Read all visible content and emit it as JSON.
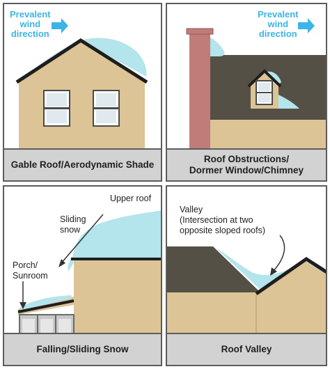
{
  "panels": [
    {
      "caption": "Gable Roof/Aerodynamic Shade",
      "wind_label_1": "Prevalent",
      "wind_label_2": "wind",
      "wind_label_3": "direction"
    },
    {
      "caption_1": "Roof Obstructions/",
      "caption_2": "Dormer Window/Chimney",
      "wind_label_1": "Prevalent",
      "wind_label_2": "wind",
      "wind_label_3": "direction"
    },
    {
      "caption": "Falling/Sliding Snow",
      "upper_roof": "Upper roof",
      "sliding_1": "Sliding",
      "sliding_2": "snow",
      "porch_1": "Porch/",
      "porch_2": "Sunroom"
    },
    {
      "caption": "Roof Valley",
      "valley_1": "Valley",
      "valley_2": "(Intersection at two",
      "valley_3": "opposite sloped roofs)"
    }
  ],
  "colors": {
    "wall": "#dcc496",
    "roof_dark": "#545046",
    "snow": "#b4e4ec",
    "chimney": "#c07c78",
    "wind_blue": "#3cb4e6"
  }
}
